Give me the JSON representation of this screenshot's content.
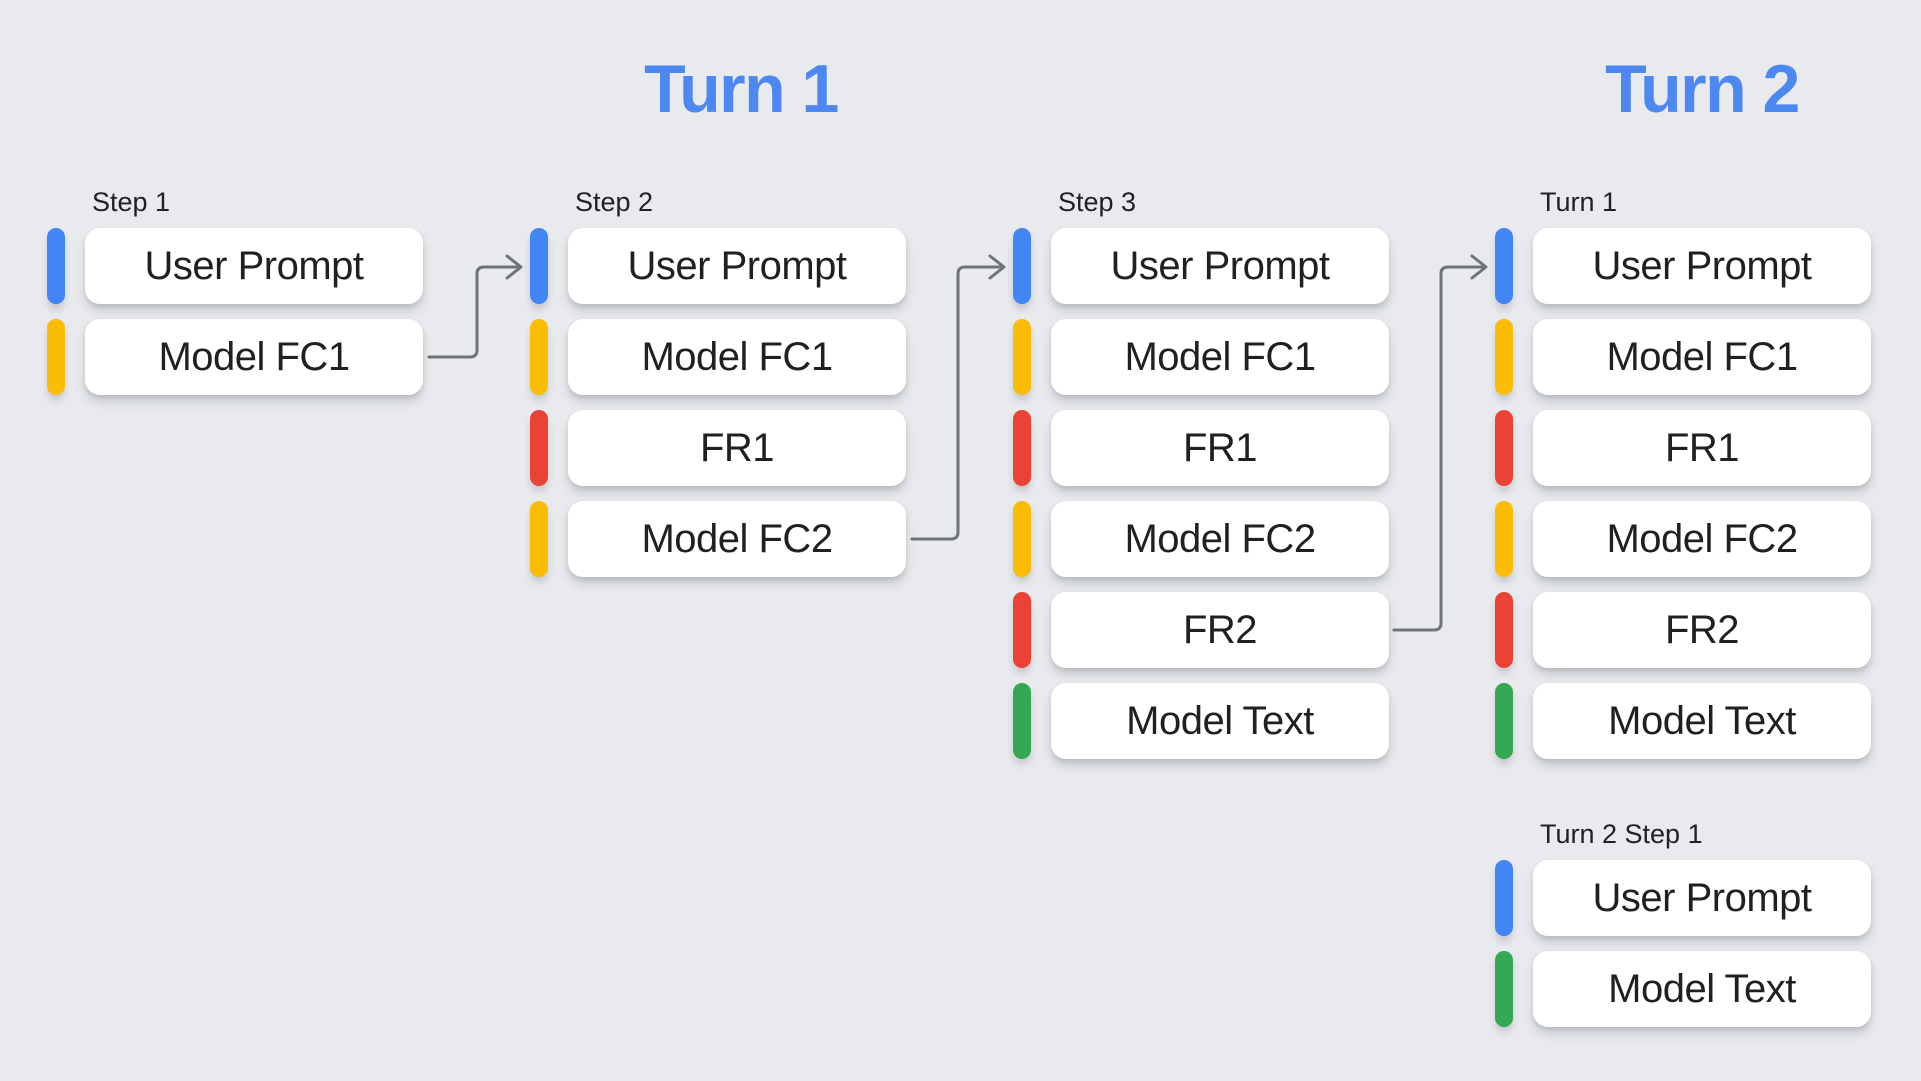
{
  "titles": {
    "turn1": "Turn 1",
    "turn2": "Turn 2"
  },
  "colors": {
    "background": "#E8EAED",
    "card": "#FFFFFF",
    "card_text": "#1F2023",
    "label_text": "#202124",
    "title_blue": "#4D87F2",
    "arrow_gray": "#6F7479",
    "blue": "#4285F4",
    "yellow": "#FBBC05",
    "red": "#EA4335",
    "green": "#34A853"
  },
  "columns": [
    {
      "label": "Step 1",
      "items": [
        {
          "label": "User Prompt",
          "color": "blue"
        },
        {
          "label": "Model FC1",
          "color": "yellow"
        }
      ]
    },
    {
      "label": "Step 2",
      "items": [
        {
          "label": "User Prompt",
          "color": "blue"
        },
        {
          "label": "Model FC1",
          "color": "yellow"
        },
        {
          "label": "FR1",
          "color": "red"
        },
        {
          "label": "Model FC2",
          "color": "yellow"
        }
      ]
    },
    {
      "label": "Step 3",
      "items": [
        {
          "label": "User Prompt",
          "color": "blue"
        },
        {
          "label": "Model FC1",
          "color": "yellow"
        },
        {
          "label": "FR1",
          "color": "red"
        },
        {
          "label": "Model FC2",
          "color": "yellow"
        },
        {
          "label": "FR2",
          "color": "red"
        },
        {
          "label": "Model Text",
          "color": "green"
        }
      ]
    },
    {
      "label": "Turn 1",
      "items": [
        {
          "label": "User Prompt",
          "color": "blue"
        },
        {
          "label": "Model FC1",
          "color": "yellow"
        },
        {
          "label": "FR1",
          "color": "red"
        },
        {
          "label": "Model FC2",
          "color": "yellow"
        },
        {
          "label": "FR2",
          "color": "red"
        },
        {
          "label": "Model Text",
          "color": "green"
        }
      ]
    },
    {
      "label": "Turn 2 Step 1",
      "items": [
        {
          "label": "User Prompt",
          "color": "blue"
        },
        {
          "label": "Model Text",
          "color": "green"
        }
      ]
    }
  ],
  "arrows": [
    {
      "from": "Step 1 / Model FC1",
      "to": "Step 2 / User Prompt"
    },
    {
      "from": "Step 2 / Model FC2",
      "to": "Step 3 / User Prompt"
    },
    {
      "from": "Step 3 / FR2",
      "to": "Turn 1 / User Prompt"
    }
  ]
}
